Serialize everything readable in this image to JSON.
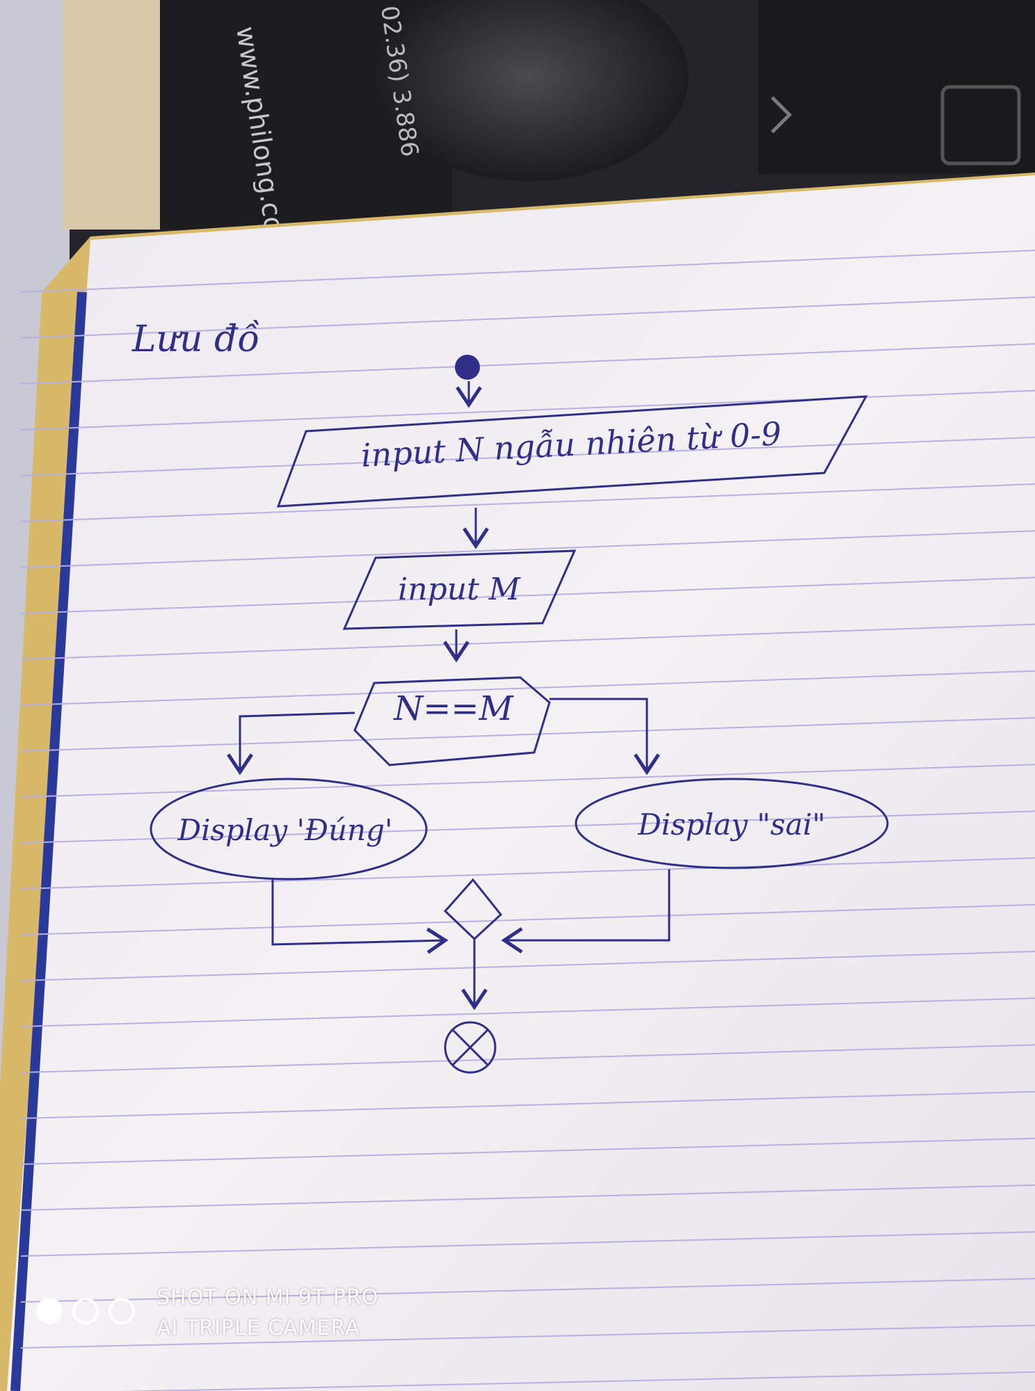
{
  "page": {
    "title": "Lưu đồ"
  },
  "background": {
    "url_text": "www.philong.co",
    "phone_text": "02.36) 3.886"
  },
  "flowchart": {
    "nodes": [
      {
        "id": "start",
        "shape": "start-circle",
        "label": ""
      },
      {
        "id": "input-n",
        "shape": "parallelogram",
        "label": "input N ngẫu nhiên từ 0-9"
      },
      {
        "id": "input-m",
        "shape": "parallelogram",
        "label": "input M"
      },
      {
        "id": "decision",
        "shape": "hexagon",
        "label": "N==M"
      },
      {
        "id": "display-true",
        "shape": "ellipse",
        "label": "Display 'Đúng'"
      },
      {
        "id": "display-false",
        "shape": "ellipse",
        "label": "Display \"sai\""
      },
      {
        "id": "merge",
        "shape": "diamond",
        "label": ""
      },
      {
        "id": "end",
        "shape": "end-circle",
        "label": ""
      }
    ],
    "edges": [
      {
        "from": "start",
        "to": "input-n"
      },
      {
        "from": "input-n",
        "to": "input-m"
      },
      {
        "from": "input-m",
        "to": "decision"
      },
      {
        "from": "decision",
        "to": "display-true"
      },
      {
        "from": "decision",
        "to": "display-false"
      },
      {
        "from": "display-true",
        "to": "merge"
      },
      {
        "from": "display-false",
        "to": "merge"
      },
      {
        "from": "merge",
        "to": "end"
      }
    ]
  },
  "watermark": {
    "line1": "SHOT ON MI 9T PRO",
    "line2": "AI TRIPLE CAMERA"
  },
  "colors": {
    "ink": "#2f2f8a",
    "ruled_line": "#b7b0e2",
    "paper": "#f3f0f3",
    "margin": "#2a3a9a"
  }
}
